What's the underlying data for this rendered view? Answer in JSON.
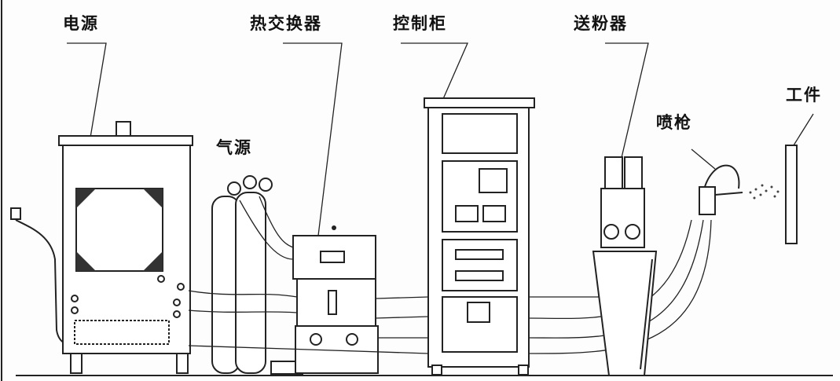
{
  "labels": {
    "power_supply": "电源",
    "heat_exchanger": "热交换器",
    "control_cabinet": "控制柜",
    "powder_feeder": "送粉器",
    "gas_source": "气源",
    "spray_gun": "喷枪",
    "workpiece": "工件"
  }
}
